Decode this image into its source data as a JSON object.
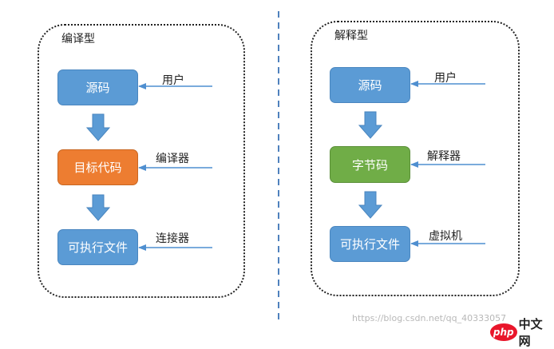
{
  "compiled": {
    "title": "编译型",
    "steps": [
      "源码",
      "目标代码",
      "可执行文件"
    ],
    "inputs": [
      "用户",
      "编译器",
      "连接器"
    ]
  },
  "interpreted": {
    "title": "解释型",
    "steps": [
      "源码",
      "字节码",
      "可执行文件"
    ],
    "inputs": [
      "用户",
      "解释器",
      "虚拟机"
    ]
  },
  "watermark": "https://blog.csdn.net/qq_40333057",
  "logo": {
    "mark": "php",
    "text": "中文网"
  },
  "colors": {
    "blue": "#5b9bd5",
    "orange": "#ed7d31",
    "green": "#70ad47",
    "arrow": "#4f8fd0",
    "divider": "#4f81bd"
  }
}
